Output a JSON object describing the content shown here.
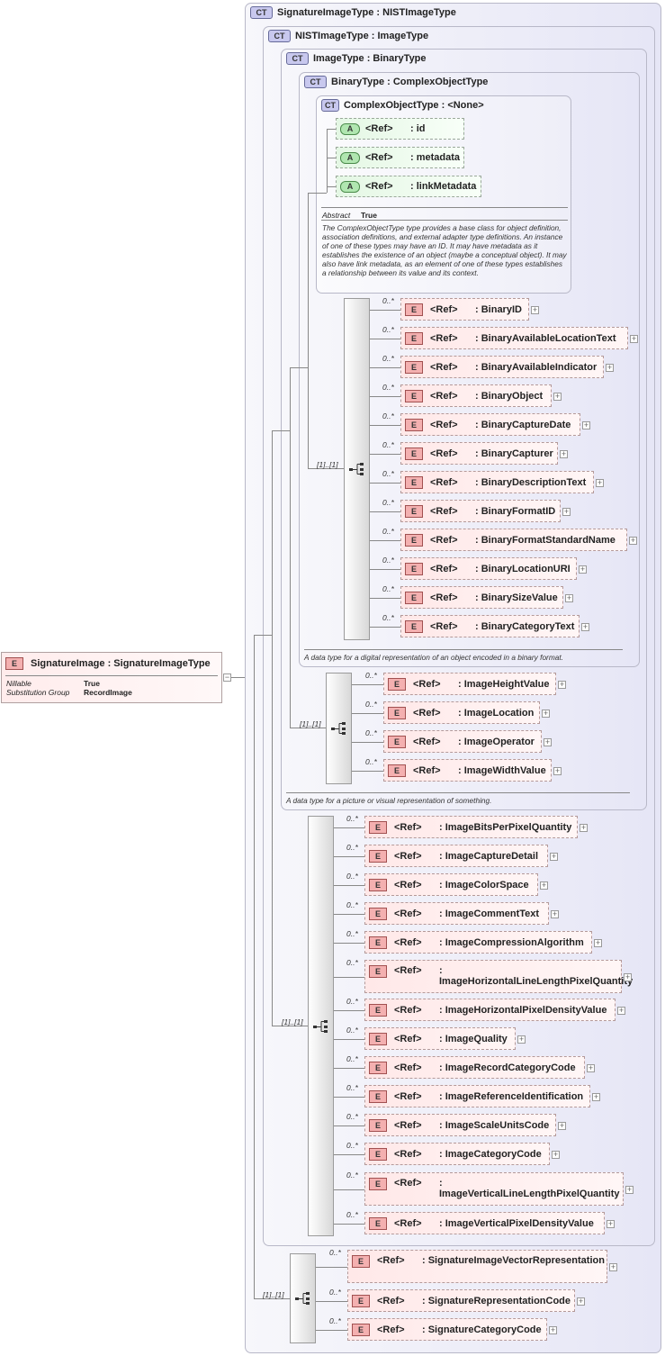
{
  "root": {
    "badge": "E",
    "name": "SignatureImage : SignatureImageType",
    "props": [
      {
        "label": "Nillable",
        "value": "True"
      },
      {
        "label": "Substitution Group",
        "value": "RecordImage"
      }
    ]
  },
  "types": {
    "sig": {
      "badge": "CT",
      "title": "SignatureImageType : NISTImageType"
    },
    "nist": {
      "badge": "CT",
      "title": "NISTImageType : ImageType"
    },
    "img": {
      "badge": "CT",
      "title": "ImageType : BinaryType",
      "doc": "A data type for a picture or visual representation of something."
    },
    "bin": {
      "badge": "CT",
      "title": "BinaryType : ComplexObjectType",
      "doc": "A data type for a digital representation of an object encoded in a binary format."
    },
    "cot": {
      "badge": "CT",
      "title": "ComplexObjectType : <None>",
      "abstract_label": "Abstract",
      "abstract_value": "True",
      "doc": "The ComplexObjectType type provides a base class for object definition, association definitions, and external adapter type definitions. An instance of one of these types may have an ID. It may have metadata as it establishes the existence of an object (maybe a conceptual object). It may also have link metadata, as an element of one of these types establishes a relationship between its value and its context."
    }
  },
  "attrs": [
    {
      "badge": "A",
      "ref": "<Ref>",
      "name": ": id"
    },
    {
      "badge": "A",
      "ref": "<Ref>",
      "name": ": metadata"
    },
    {
      "badge": "A",
      "ref": "<Ref>",
      "name": ": linkMetadata"
    }
  ],
  "seq_mult": "[1]..[1]",
  "elem_mult": "0..*",
  "plus": "+",
  "minus": "−",
  "binary_elems": [
    {
      "badge": "E",
      "ref": "<Ref>",
      "name": ": BinaryID"
    },
    {
      "badge": "E",
      "ref": "<Ref>",
      "name": ": BinaryAvailableLocationText"
    },
    {
      "badge": "E",
      "ref": "<Ref>",
      "name": ": BinaryAvailableIndicator"
    },
    {
      "badge": "E",
      "ref": "<Ref>",
      "name": ": BinaryObject"
    },
    {
      "badge": "E",
      "ref": "<Ref>",
      "name": ": BinaryCaptureDate"
    },
    {
      "badge": "E",
      "ref": "<Ref>",
      "name": ": BinaryCapturer"
    },
    {
      "badge": "E",
      "ref": "<Ref>",
      "name": ": BinaryDescriptionText"
    },
    {
      "badge": "E",
      "ref": "<Ref>",
      "name": ": BinaryFormatID"
    },
    {
      "badge": "E",
      "ref": "<Ref>",
      "name": ": BinaryFormatStandardName"
    },
    {
      "badge": "E",
      "ref": "<Ref>",
      "name": ": BinaryLocationURI"
    },
    {
      "badge": "E",
      "ref": "<Ref>",
      "name": ": BinarySizeValue"
    },
    {
      "badge": "E",
      "ref": "<Ref>",
      "name": ": BinaryCategoryText"
    }
  ],
  "image_elems": [
    {
      "badge": "E",
      "ref": "<Ref>",
      "name": ": ImageHeightValue"
    },
    {
      "badge": "E",
      "ref": "<Ref>",
      "name": ": ImageLocation"
    },
    {
      "badge": "E",
      "ref": "<Ref>",
      "name": ": ImageOperator"
    },
    {
      "badge": "E",
      "ref": "<Ref>",
      "name": ": ImageWidthValue"
    }
  ],
  "nist_elems": [
    {
      "badge": "E",
      "ref": "<Ref>",
      "name": ": ImageBitsPerPixelQuantity"
    },
    {
      "badge": "E",
      "ref": "<Ref>",
      "name": ": ImageCaptureDetail"
    },
    {
      "badge": "E",
      "ref": "<Ref>",
      "name": ": ImageColorSpace"
    },
    {
      "badge": "E",
      "ref": "<Ref>",
      "name": ": ImageCommentText"
    },
    {
      "badge": "E",
      "ref": "<Ref>",
      "name": ": ImageCompressionAlgorithm"
    },
    {
      "badge": "E",
      "ref": "<Ref>",
      "name": ": ImageHorizontalLineLengthPixelQuantity"
    },
    {
      "badge": "E",
      "ref": "<Ref>",
      "name": ": ImageHorizontalPixelDensityValue"
    },
    {
      "badge": "E",
      "ref": "<Ref>",
      "name": ": ImageQuality"
    },
    {
      "badge": "E",
      "ref": "<Ref>",
      "name": ": ImageRecordCategoryCode"
    },
    {
      "badge": "E",
      "ref": "<Ref>",
      "name": ": ImageReferenceIdentification"
    },
    {
      "badge": "E",
      "ref": "<Ref>",
      "name": ": ImageScaleUnitsCode"
    },
    {
      "badge": "E",
      "ref": "<Ref>",
      "name": ": ImageCategoryCode"
    },
    {
      "badge": "E",
      "ref": "<Ref>",
      "name": ": ImageVerticalLineLengthPixelQuantity"
    },
    {
      "badge": "E",
      "ref": "<Ref>",
      "name": ": ImageVerticalPixelDensityValue"
    }
  ],
  "sig_elems": [
    {
      "badge": "E",
      "ref": "<Ref>",
      "name": ": SignatureImageVectorRepresentation"
    },
    {
      "badge": "E",
      "ref": "<Ref>",
      "name": ": SignatureRepresentationCode"
    },
    {
      "badge": "E",
      "ref": "<Ref>",
      "name": ": SignatureCategoryCode"
    }
  ]
}
